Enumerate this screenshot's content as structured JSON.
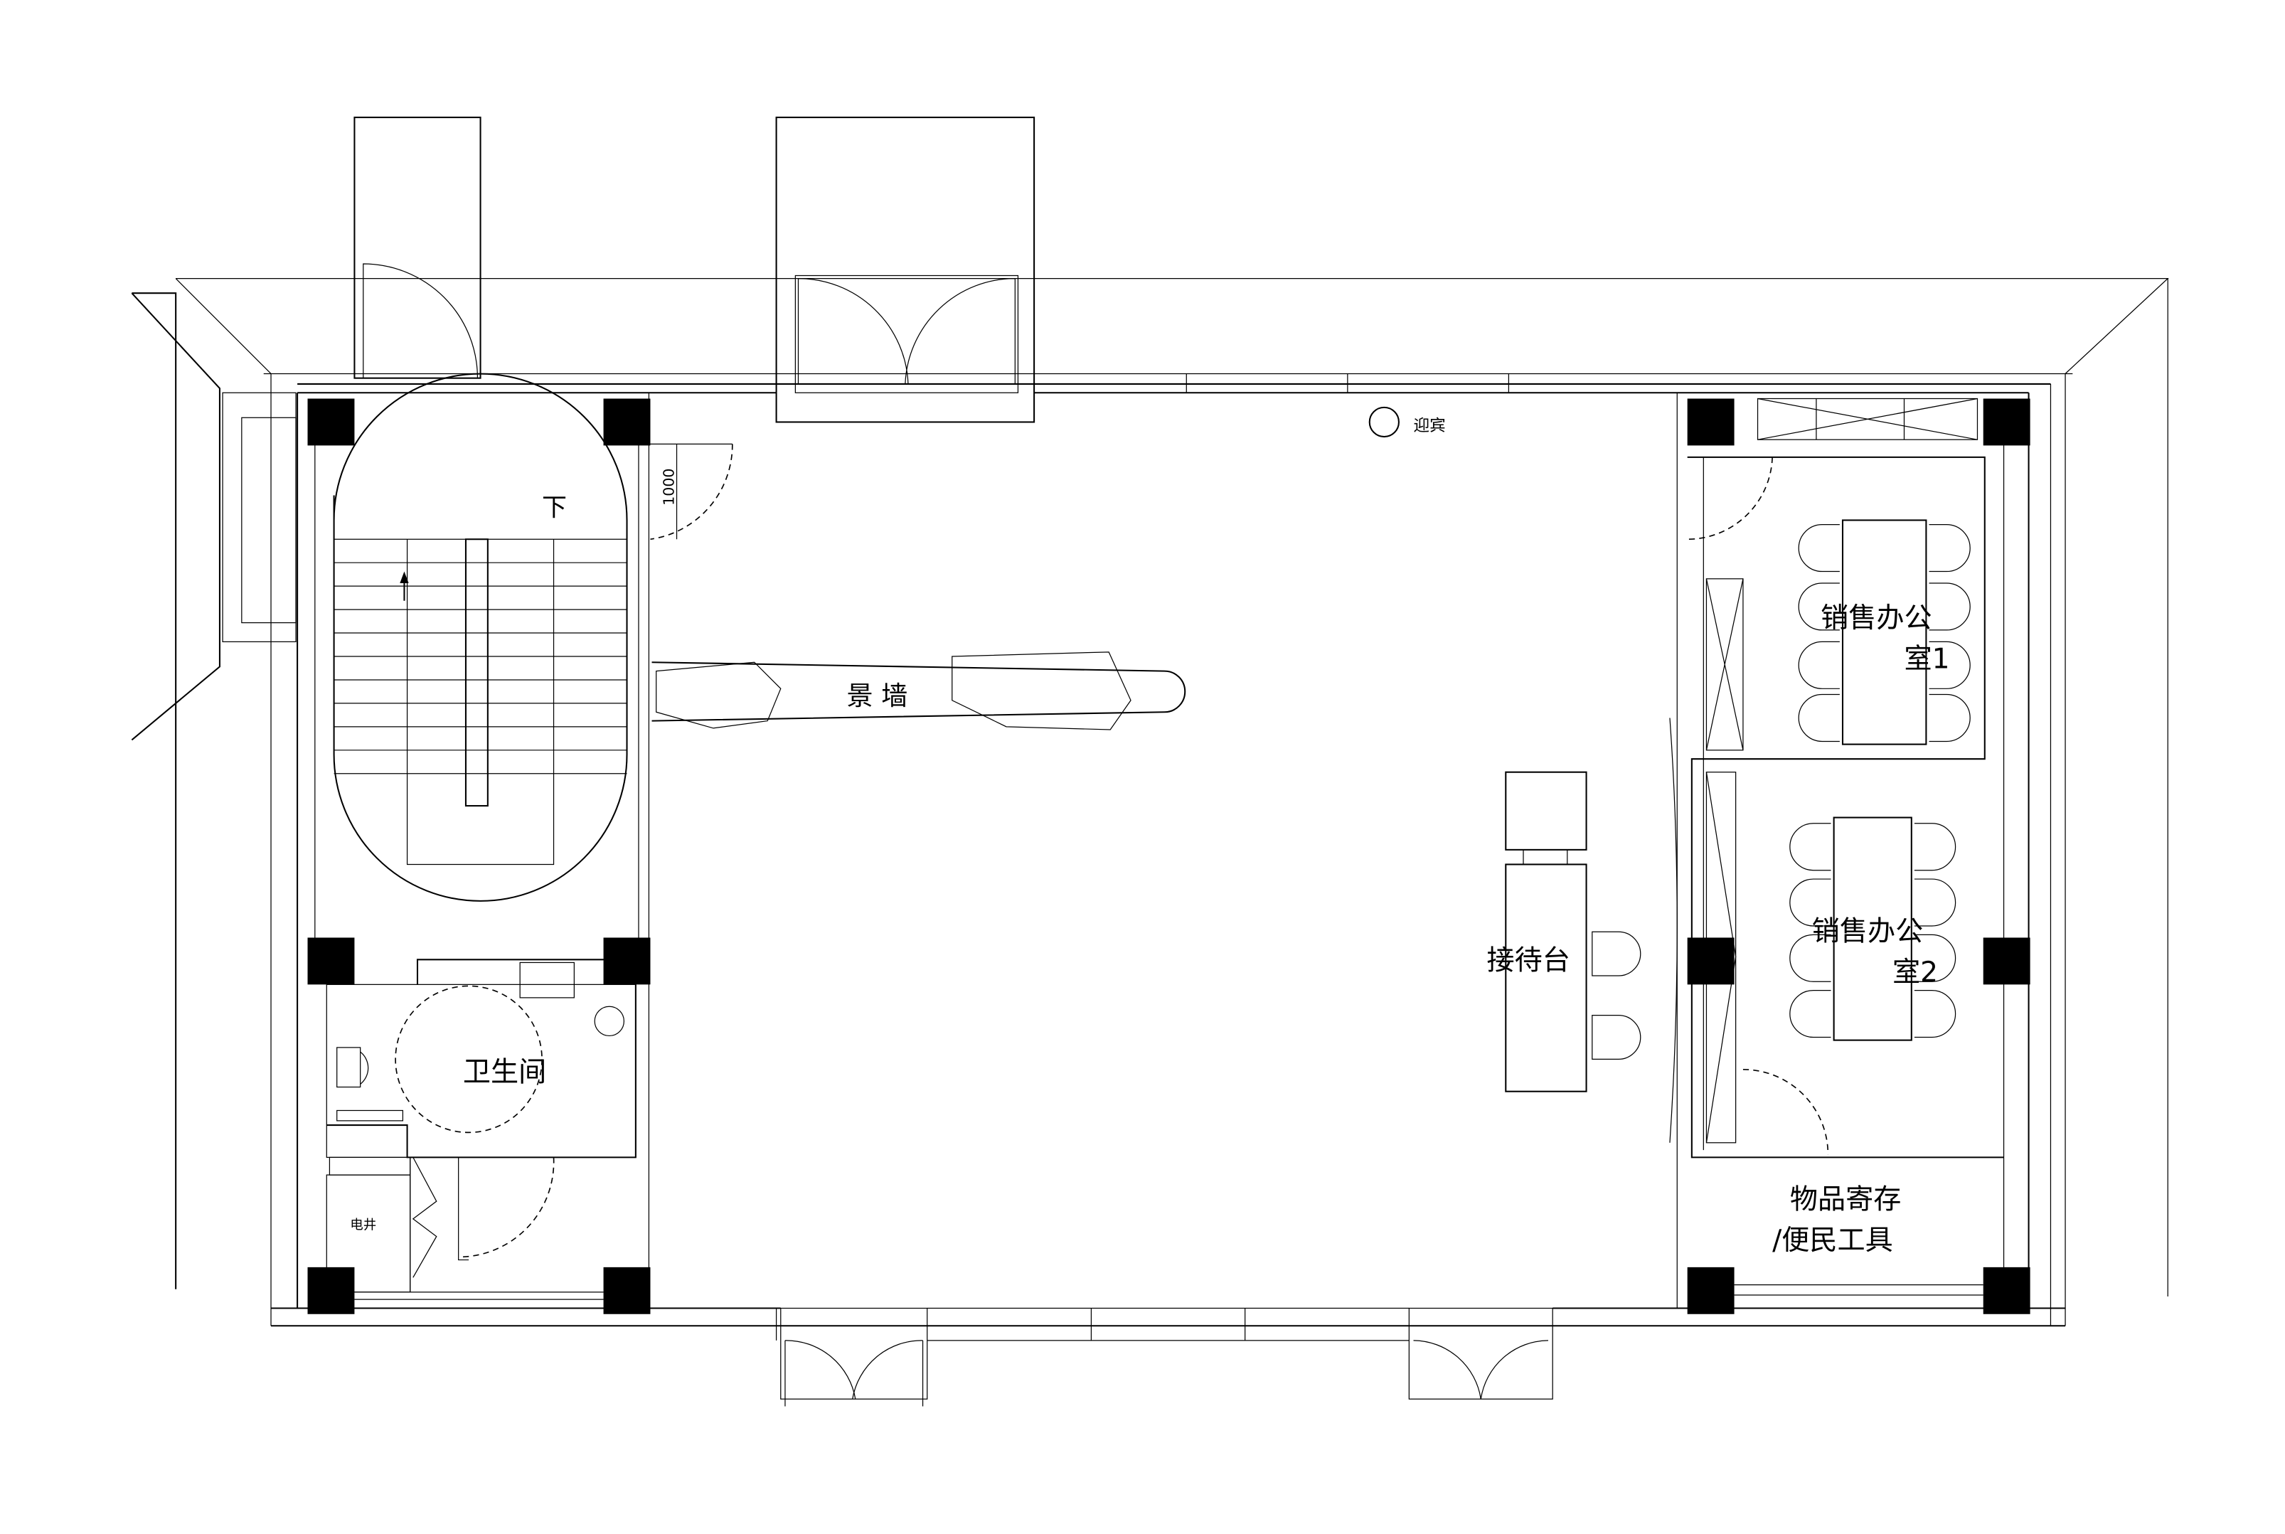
{
  "title": "售楼处一层平面布置图",
  "rooms": {
    "stair_down": "下",
    "dimension": "1000",
    "greeter": "迎宾",
    "feature_wall": "景 墙",
    "office1_line1": "销售办公",
    "office1_line2": "室1",
    "reception": "接待台",
    "office2_line1": "销售办公",
    "office2_line2": "室2",
    "restroom": "卫生间",
    "electrical_shaft": "电井",
    "storage_line1": "物品寄存",
    "storage_line2": "/便民工具"
  },
  "colors": {
    "line": "#000000",
    "background": "#ffffff"
  }
}
